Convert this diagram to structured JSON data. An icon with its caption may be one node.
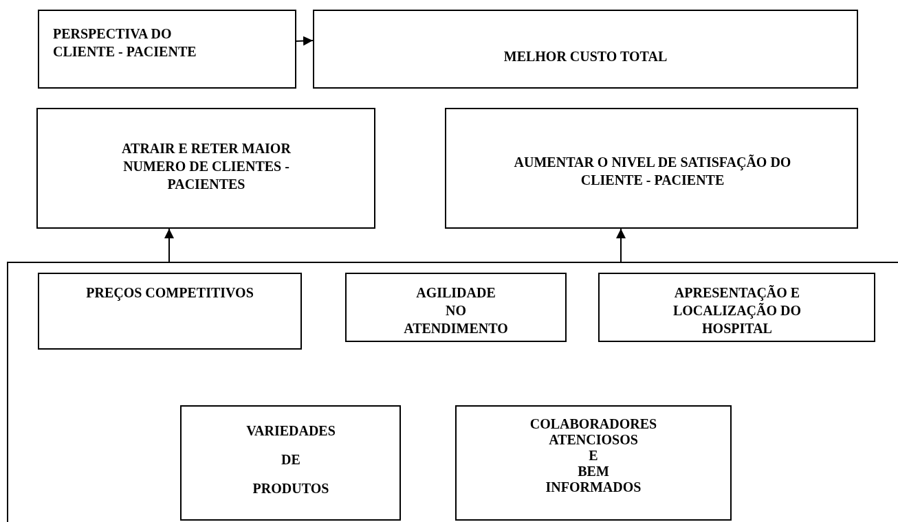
{
  "diagram": {
    "nodes": [
      {
        "text": [
          "PERSPECTIVA DO CLIENTE - PACIENTE"
        ]
      },
      {
        "text": [
          "MELHOR CUSTO TOTAL"
        ]
      },
      {
        "text": [
          "ATRAIR E RETER MAIOR NUMERO DE CLIENTES - PACIENTES"
        ]
      },
      {
        "text": [
          "AUMENTAR O NIVEL DE SATISFAÇÃO DO CLIENTE - PACIENTE"
        ]
      },
      {
        "text": [],
        "shape": "box"
      },
      {
        "text": [
          "PREÇOS COMPETITIVOS"
        ],
        "in": 4
      },
      {
        "text": [
          "AGILIDADE NO ATENDIMENTO"
        ],
        "in": 4
      },
      {
        "text": [
          "APRESENTAÇÃO E LOCALIZAÇÃO DO HOSPITAL"
        ],
        "in": 4
      },
      {
        "text": [
          "VARIEDADES DE PRODUTOS"
        ],
        "in": 4
      },
      {
        "text": [
          "COLABORADORES ATENCIOSOS E BEM INFORMADOS"
        ],
        "in": 4
      }
    ],
    "edges": [
      {
        "from": 0,
        "to": 1,
        "arrow": "to"
      },
      {
        "from": 4,
        "to": 2,
        "arrow": "to"
      },
      {
        "from": 4,
        "to": 3,
        "arrow": "to"
      }
    ]
  }
}
